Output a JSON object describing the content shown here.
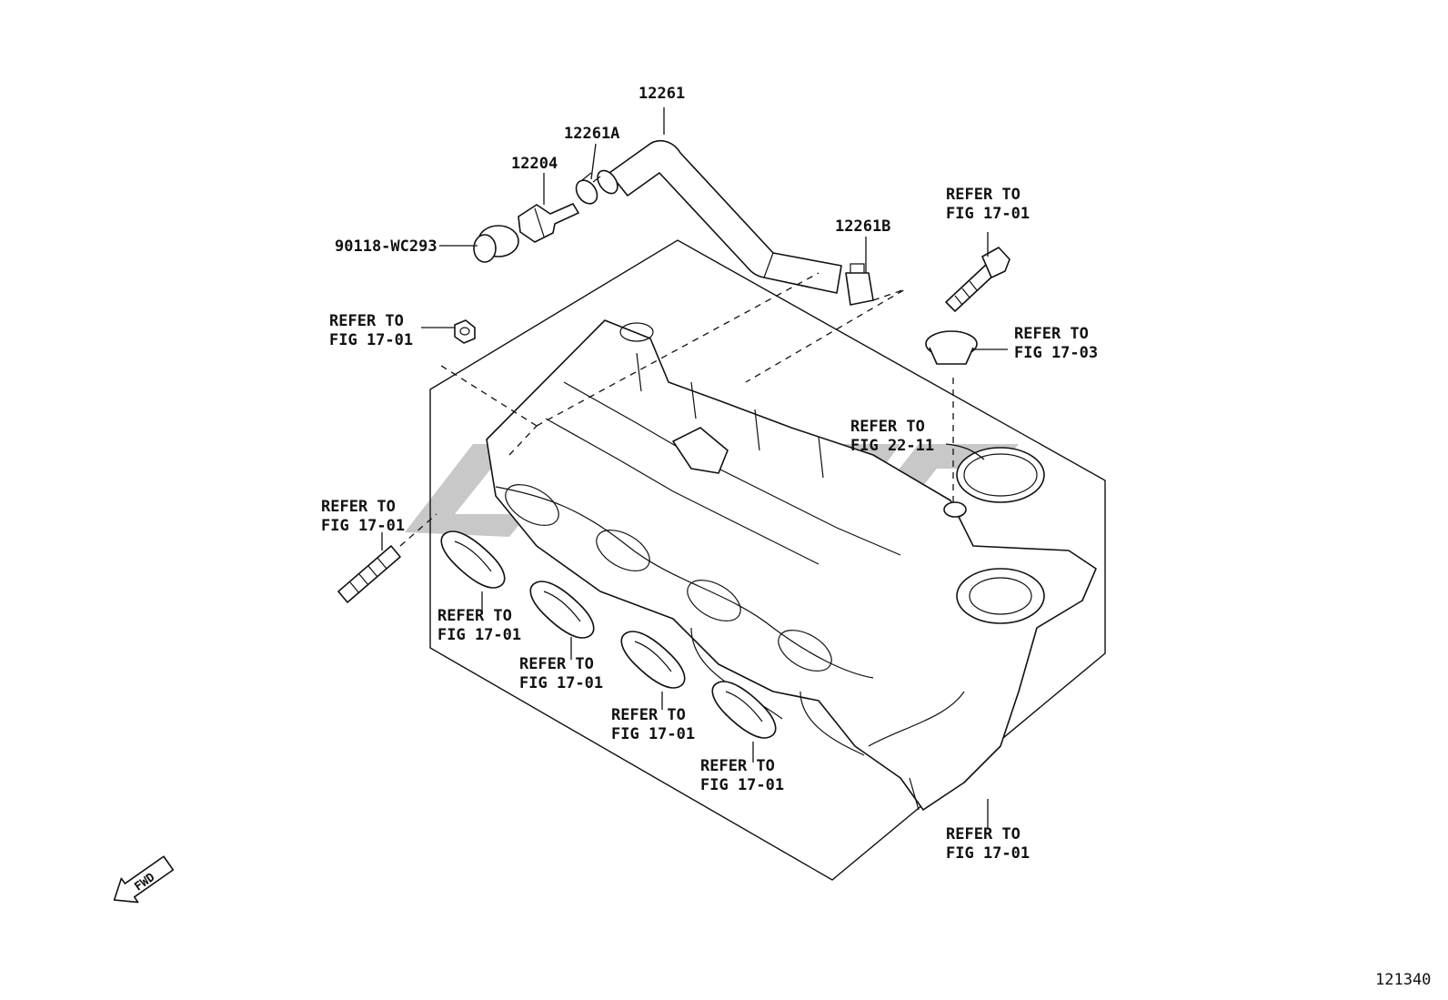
{
  "parts": {
    "pcv_hose": "12261",
    "hose_clamp_a": "12261A",
    "pcv_valve": "12204",
    "grommet": "90118-WC293",
    "hose_clamp_b": "12261B"
  },
  "refs": {
    "bolt_top_right": [
      "REFER TO",
      "FIG 17-01"
    ],
    "nut_left": [
      "REFER TO",
      "FIG 17-01"
    ],
    "cap_right": [
      "REFER TO",
      "FIG 17-03"
    ],
    "gasket_throttle": [
      "REFER TO",
      "FIG 22-11"
    ],
    "stud_left": [
      "REFER TO",
      "FIG 17-01"
    ],
    "gasket_1": [
      "REFER TO",
      "FIG 17-01"
    ],
    "gasket_2": [
      "REFER TO",
      "FIG 17-01"
    ],
    "gasket_3": [
      "REFER TO",
      "FIG 17-01"
    ],
    "gasket_4": [
      "REFER TO",
      "FIG 17-01"
    ],
    "manifold": [
      "REFER TO",
      "FIG 17-01"
    ]
  },
  "fwd_label": "FWD",
  "figure_number": "121340"
}
